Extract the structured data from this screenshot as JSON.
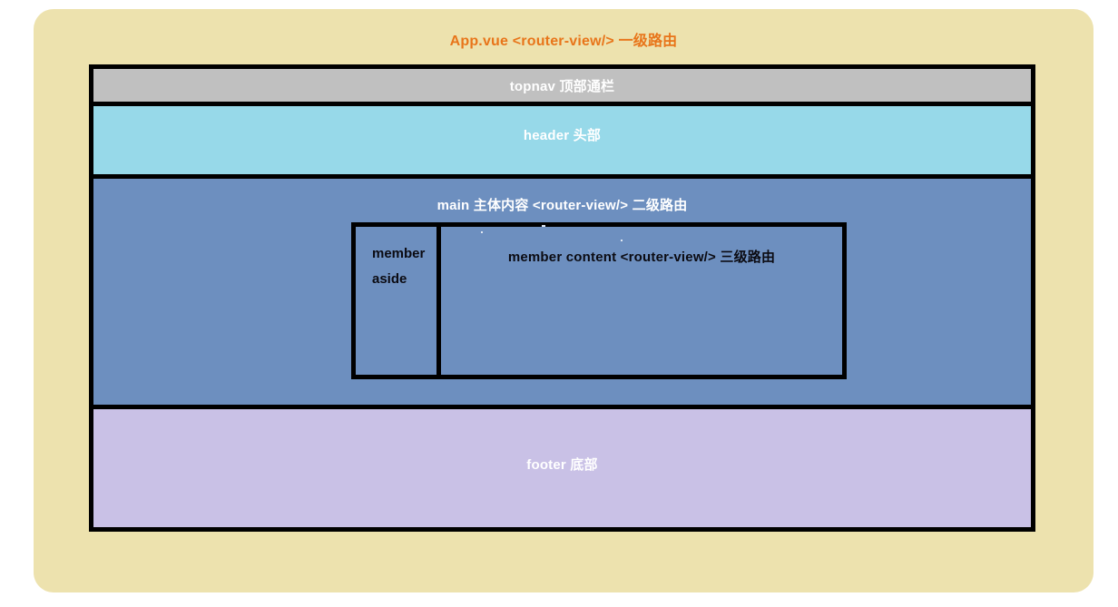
{
  "diagram": {
    "title": "App.vue <router-view/> 一级路由",
    "title_color": "#e8751a",
    "canvas_color": "#ede2ae",
    "regions": [
      {
        "key": "topnav",
        "label": "topnav  顶部通栏",
        "color": "#c0c0c0",
        "text_color": "#ffffff"
      },
      {
        "key": "header",
        "label": "header 头部",
        "color": "#97d9e9",
        "text_color": "#ffffff"
      },
      {
        "key": "main",
        "label": "main  主体内容  <router-view/> 二级路由",
        "color": "#6d8fbf",
        "text_color": "#ffffff"
      },
      {
        "key": "footer",
        "label": "footer 底部",
        "color": "#c9c1e6",
        "text_color": "#ffffff"
      }
    ],
    "member": {
      "aside_line1": "member",
      "aside_line2": "aside",
      "content_label": "member content <router-view/> 三级路由",
      "text_color": "#0b0b12",
      "box_color": "#6d8fbf"
    }
  }
}
